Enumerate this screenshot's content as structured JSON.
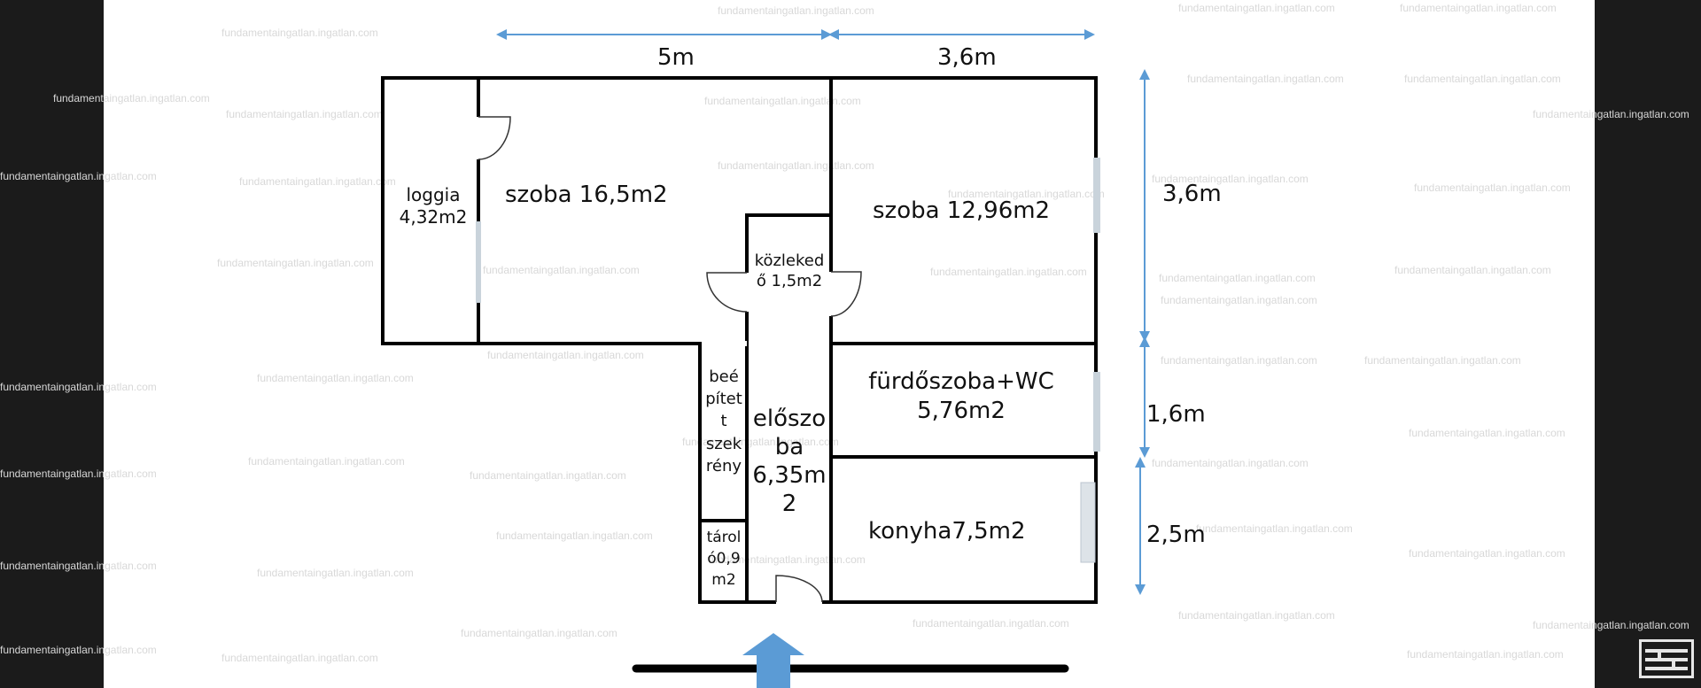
{
  "watermark": "fundamentaingatlan.ingatlan.com",
  "dimensions": {
    "top_left": "5m",
    "top_right": "3,6m",
    "right_upper": "3,6m",
    "right_middle": "1,6m",
    "right_lower": "2,5m"
  },
  "rooms": {
    "loggia": "loggia\n4,32m2",
    "szoba1": "szoba 16,5m2",
    "kozlekedo": "közleked\nő 1,5m2",
    "szoba2": "szoba 12,96m2",
    "furdo": "fürdőszoba+WC\n5,76m2",
    "beepitett": "beé\npítet\nt\nszek\nrény",
    "eloszoba": "előszo\nba\n6,35m\n2",
    "tarolo": "tárol\nó0,9\nm2",
    "konyha": "konyha7,5m2"
  },
  "colors": {
    "wall": "#000000",
    "dimension_arrow": "#5b9bd5",
    "entrance_arrow": "#5b9bd5",
    "window": "#c9d3db",
    "backdrop": "#1b1b1b"
  },
  "icons": {
    "corner_button": "toggle-panel-icon"
  }
}
